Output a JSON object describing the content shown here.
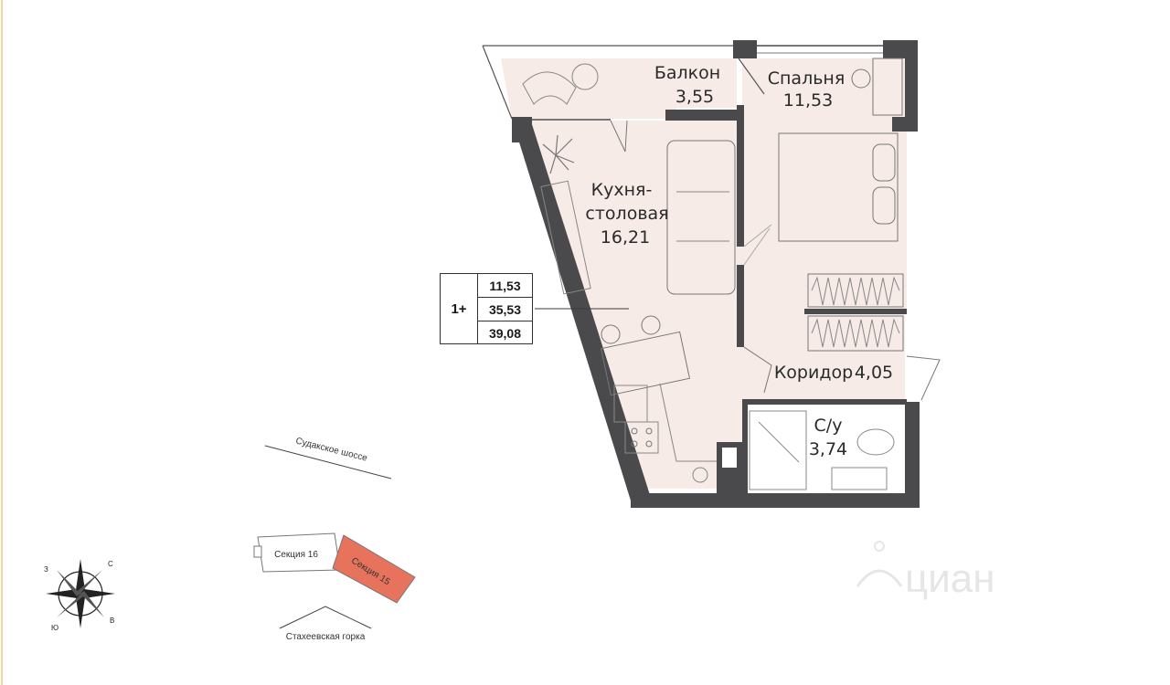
{
  "rooms": {
    "balcony": {
      "name": "Балкон",
      "area": "3,55"
    },
    "bedroom": {
      "name": "Спальня",
      "area": "11,53"
    },
    "kitchen": {
      "name_line1": "Кухня-",
      "name_line2": "столовая",
      "area": "16,21"
    },
    "corridor": {
      "name": "Коридор",
      "area": "4,05"
    },
    "bathroom": {
      "name": "С/у",
      "area": "3,74"
    }
  },
  "area_table": {
    "type": "1+",
    "living": "11,53",
    "total": "35,53",
    "total_with_balcony": "39,08"
  },
  "site": {
    "road_name": "Судакское шоссе",
    "section_16": "Секция 16",
    "section_15": "Секция 15",
    "area_name": "Стахеевская горка"
  },
  "compass": {
    "n": "С",
    "w": "З",
    "s": "Ю",
    "e": "В"
  },
  "watermark": "циан",
  "colors": {
    "room_fill": "#f6ebe6",
    "wall": "#4a4a4c",
    "highlight_section": "#e8735c",
    "line": "#3a3a3a"
  }
}
